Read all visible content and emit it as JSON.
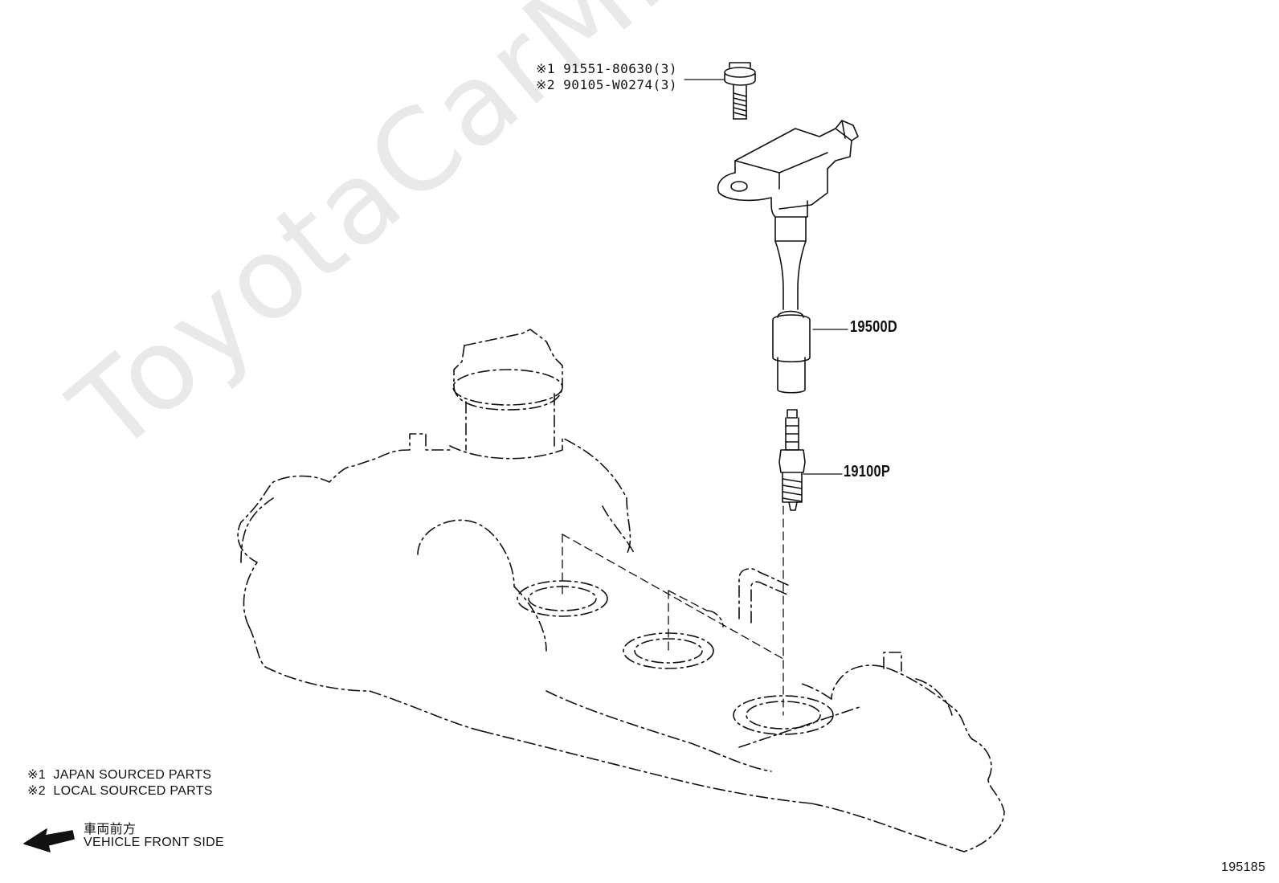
{
  "watermark": "ToyotaCarMine.ru",
  "bolt": {
    "line1": "※1 91551-80630(3)",
    "line2": "※2 90105-W0274(3)"
  },
  "parts": {
    "coil": "19500D",
    "plug": "19100P"
  },
  "notes": {
    "note1": "※1  JAPAN SOURCED PARTS",
    "note2": "※2  LOCAL SOURCED PARTS"
  },
  "direction": {
    "jp": "車両前方",
    "en": "VEHICLE FRONT SIDE"
  },
  "diagram_id": "195185"
}
